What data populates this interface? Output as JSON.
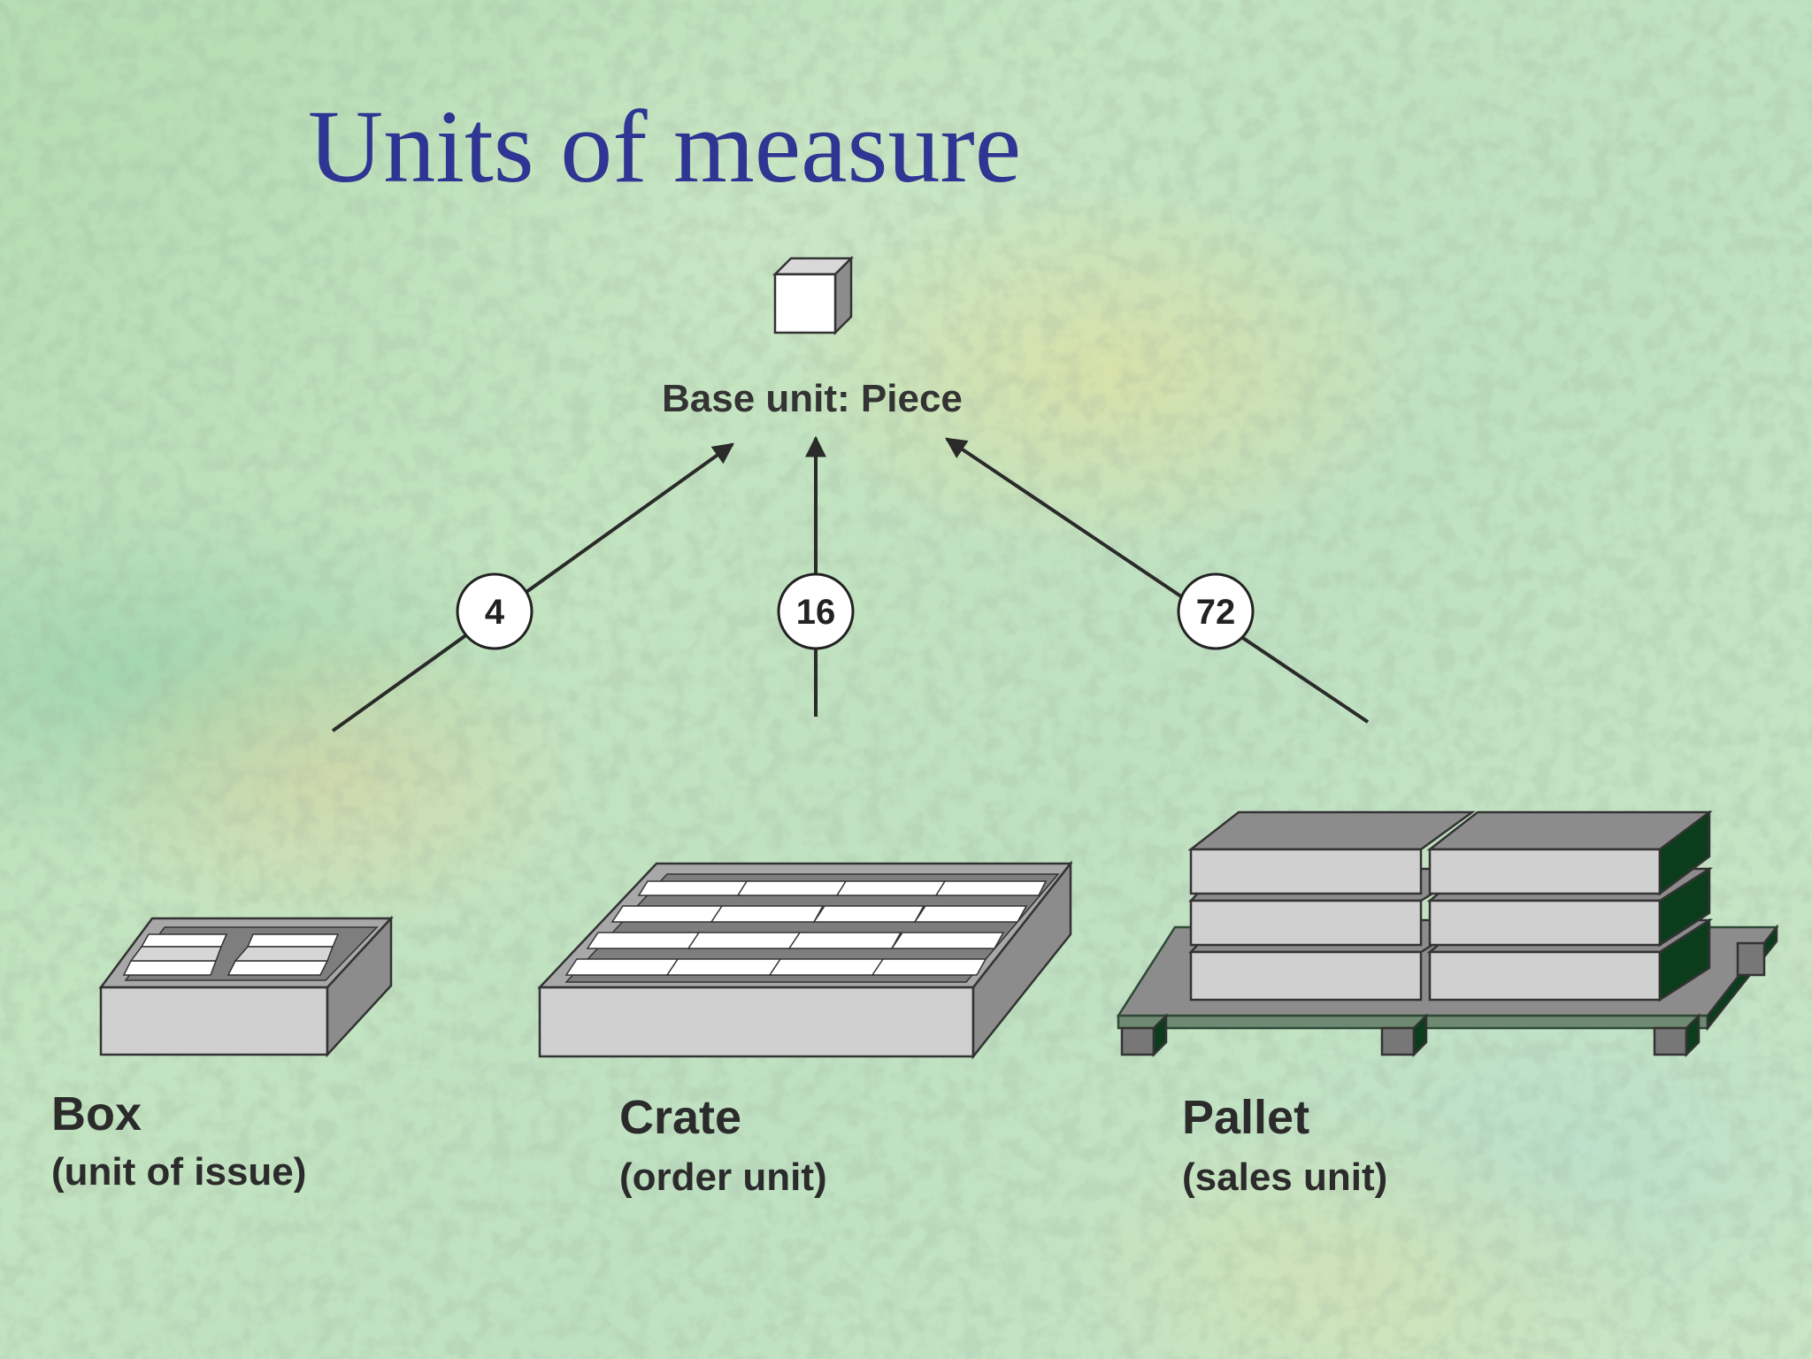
{
  "title": "Units of measure",
  "base_unit": {
    "label": "Base  unit: Piece"
  },
  "conversions": [
    {
      "factor": "4"
    },
    {
      "factor": "16"
    },
    {
      "factor": "72"
    }
  ],
  "units": [
    {
      "name": "Box",
      "role": "(unit of issue)"
    },
    {
      "name": "Crate",
      "role": "(order unit)"
    },
    {
      "name": "Pallet",
      "role": "(sales unit)"
    }
  ],
  "colors": {
    "title": "#2e3592",
    "text": "#2b2b2b",
    "box_light": "#d0d0d0",
    "box_dark": "#8c8c8c",
    "pallet_green": "#0b3d1c",
    "arrow": "#2a2a2a"
  }
}
